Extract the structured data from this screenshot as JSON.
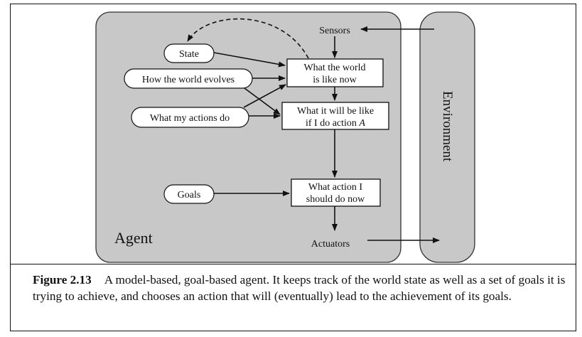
{
  "diagram": {
    "agent_label": "Agent",
    "environment_label": "Environment",
    "sensors_label": "Sensors",
    "actuators_label": "Actuators",
    "state_label": "State",
    "world_evolves_label": "How the world evolves",
    "actions_do_label": "What my actions do",
    "goals_label": "Goals",
    "world_now_line1": "What the world",
    "world_now_line2": "is like now",
    "will_be_line1": "What it will be like",
    "will_be_line2_prefix": "if I do action ",
    "will_be_line2_var": "A",
    "action_line1": "What action I",
    "action_line2": "should do now"
  },
  "caption": {
    "figure_label": "Figure 2.13",
    "text": "A model-based, goal-based agent. It keeps track of the world state as well as a set of goals it is trying to achieve, and chooses an action that will (eventually) lead to the achievement of its goals."
  }
}
